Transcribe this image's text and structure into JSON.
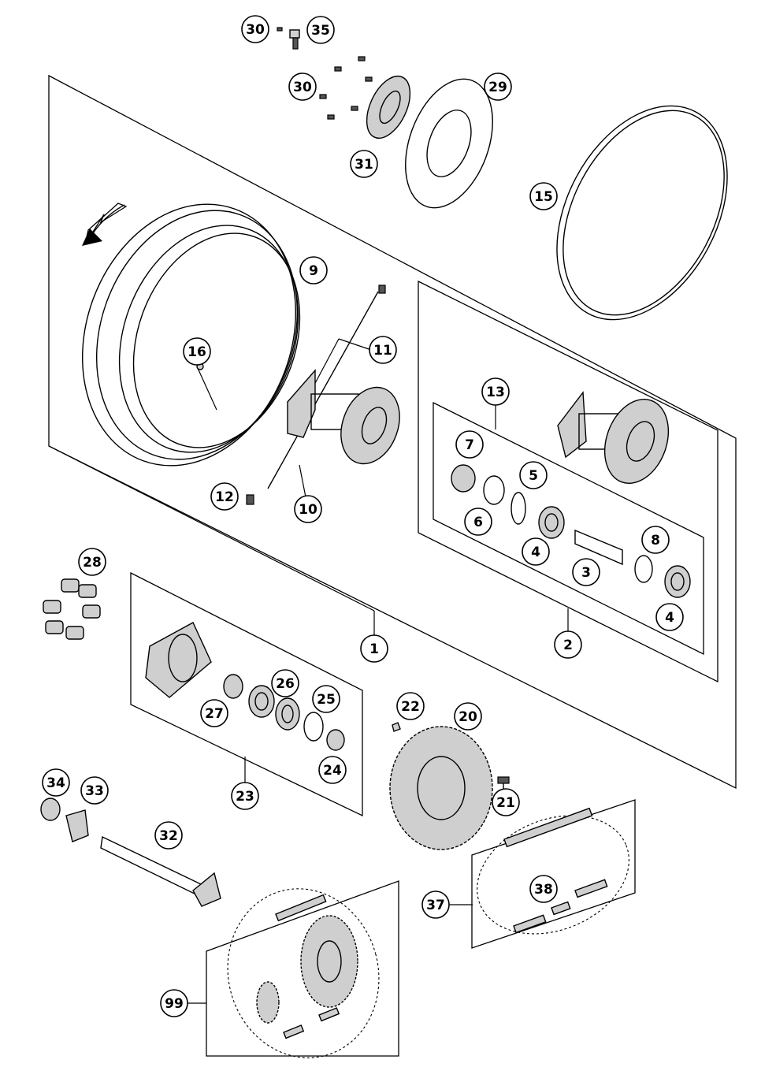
{
  "callouts": [
    {
      "id": "c30a",
      "label": "30"
    },
    {
      "id": "c35",
      "label": "35"
    },
    {
      "id": "c30b",
      "label": "30"
    },
    {
      "id": "c29",
      "label": "29"
    },
    {
      "id": "c31",
      "label": "31"
    },
    {
      "id": "c15",
      "label": "15"
    },
    {
      "id": "c9",
      "label": "9"
    },
    {
      "id": "c11",
      "label": "11"
    },
    {
      "id": "c16",
      "label": "16"
    },
    {
      "id": "c13",
      "label": "13"
    },
    {
      "id": "c7",
      "label": "7"
    },
    {
      "id": "c5",
      "label": "5"
    },
    {
      "id": "c6",
      "label": "6"
    },
    {
      "id": "c8",
      "label": "8"
    },
    {
      "id": "c4a",
      "label": "4"
    },
    {
      "id": "c3",
      "label": "3"
    },
    {
      "id": "c4b",
      "label": "4"
    },
    {
      "id": "c2",
      "label": "2"
    },
    {
      "id": "c12",
      "label": "12"
    },
    {
      "id": "c10",
      "label": "10"
    },
    {
      "id": "c28",
      "label": "28"
    },
    {
      "id": "c1",
      "label": "1"
    },
    {
      "id": "c26",
      "label": "26"
    },
    {
      "id": "c25",
      "label": "25"
    },
    {
      "id": "c27",
      "label": "27"
    },
    {
      "id": "c24",
      "label": "24"
    },
    {
      "id": "c22",
      "label": "22"
    },
    {
      "id": "c20",
      "label": "20"
    },
    {
      "id": "c23",
      "label": "23"
    },
    {
      "id": "c21",
      "label": "21"
    },
    {
      "id": "c34",
      "label": "34"
    },
    {
      "id": "c33",
      "label": "33"
    },
    {
      "id": "c32",
      "label": "32"
    },
    {
      "id": "c38",
      "label": "38"
    },
    {
      "id": "c37",
      "label": "37"
    },
    {
      "id": "c99",
      "label": "99"
    }
  ]
}
